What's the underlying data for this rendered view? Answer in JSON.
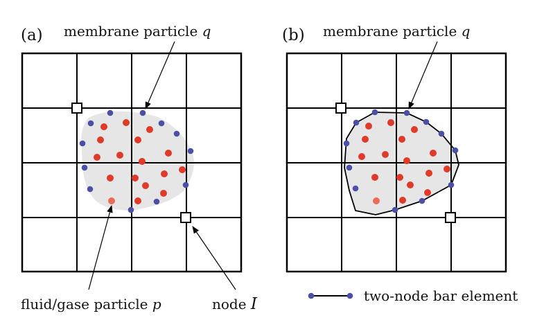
{
  "panels": [
    {
      "id": "a",
      "label": "(a)",
      "callout_top": "membrane particle",
      "callout_top_symbol": "q"
    },
    {
      "id": "b",
      "label": "(b)",
      "callout_top": "membrane particle",
      "callout_top_symbol": "q"
    }
  ],
  "labels": {
    "fluid": "fluid/gase particle",
    "fluid_symbol": "p",
    "node": "node",
    "node_symbol": "I",
    "legend": "two-node bar element"
  },
  "colors": {
    "membrane_particle": "#4a4fa8",
    "fluid_particle": "#e03a2a",
    "fluid_particle_highlight": "#ec6a5a",
    "membrane_fill": "#e6e6e6",
    "grid": "#000000"
  }
}
